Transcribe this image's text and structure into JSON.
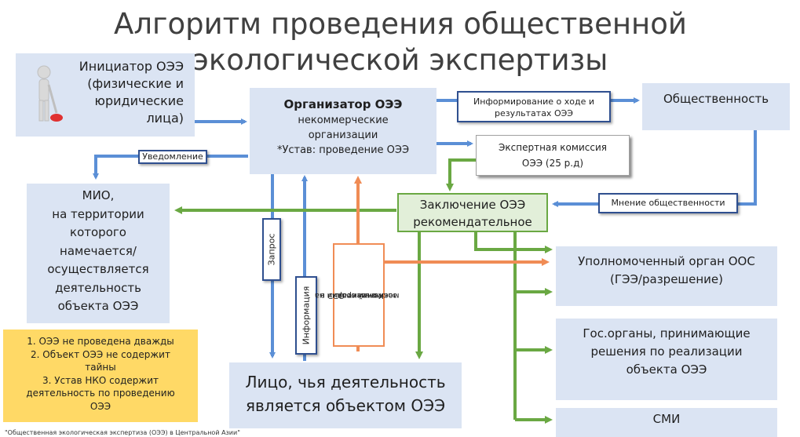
{
  "title": {
    "line1": "Алгоритм проведения общественной",
    "line2": "экологической экспертизы"
  },
  "initiator": {
    "title": "Инициатор ОЭЭ",
    "l2": "(физические и",
    "l3": "юридические",
    "l4": "лица)"
  },
  "organizer": {
    "title": "Организатор ОЭЭ",
    "l2": "некоммерческие",
    "l3": "организации",
    "l4": "*Устав: проведение ОЭЭ"
  },
  "public": {
    "label": "Общественность"
  },
  "informing": {
    "l1": "Информирование о ходе и",
    "l2": "результатах ОЭЭ"
  },
  "expert_commission": {
    "l1": "Экспертная комиссия",
    "l2": "ОЭЭ (25 р.д)"
  },
  "notification": {
    "label": "Уведомление"
  },
  "mio": {
    "l1": "МИО,",
    "l2": "на территории",
    "l3": "которого",
    "l4": "намечается/",
    "l5": "осуществляется",
    "l6": "деятельность",
    "l7": "объекта ОЭЭ"
  },
  "conclusion": {
    "l1": "Заключение ОЭЭ",
    "l2": "рекомендательное"
  },
  "public_opinion": {
    "label": "Мнение общественности"
  },
  "request": {
    "label": "Запрос"
  },
  "information": {
    "label": "Информация"
  },
  "comments": {
    "l1": "Комментарии на",
    "l2": "заключение ОЭЭ в",
    "l3": "месячный срок"
  },
  "authorized": {
    "l1": "Уполномоченный орган ООС",
    "l2": "(ГЭЭ/разрешение)"
  },
  "gov": {
    "l1": "Гос.органы, принимающие",
    "l2": "решения по реализации",
    "l3": "объекта ОЭЭ"
  },
  "media": {
    "label": "СМИ"
  },
  "subject": {
    "l1": "Лицо, чья деятельность",
    "l2": "является объектом ОЭЭ"
  },
  "notes": {
    "l1": "1. ОЭЭ не проведена дважды",
    "l2": "2. Объект ОЭЭ не содержит",
    "l3": "тайны",
    "l4": "3. Устав НКО содержит",
    "l5": "деятельность по проведению",
    "l6": "ОЭЭ"
  },
  "footer": {
    "text": "\"Общественная экологическая экспертиза (ОЭЭ) в Центральной Азии\""
  },
  "colors": {
    "blue_arrow": "#5b8fd6",
    "green_arrow": "#6aa843",
    "orange_arrow": "#f08c55",
    "box_fill": "#dbe4f3",
    "note_fill": "#ffd966"
  }
}
